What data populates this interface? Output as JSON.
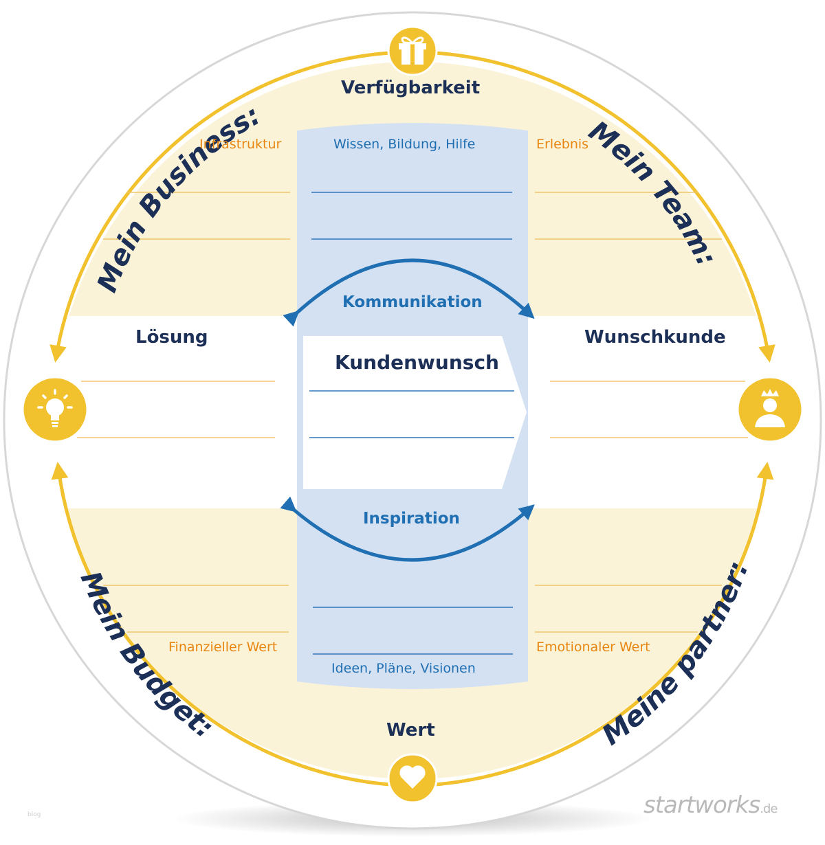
{
  "top": {
    "title": "Verfügbarkeit",
    "icon": "gift-icon"
  },
  "bottom": {
    "title": "Wert",
    "icon": "heart-icon"
  },
  "left": {
    "title": "Lösung",
    "icon": "lightbulb-icon"
  },
  "right": {
    "title": "Wunschkunde",
    "icon": "king-icon"
  },
  "center": {
    "title": "Kundenwunsch"
  },
  "arcs": {
    "top": "Kommunikation",
    "bottom": "Inspiration"
  },
  "fields": {
    "infrastruktur": "Infrastruktur",
    "wissen": "Wissen, Bildung, Hilfe",
    "erlebnis": "Erlebnis",
    "finanziell": "Finanzieller Wert",
    "ideen": "Ideen, Pläne, Visionen",
    "emotional": "Emotionaler Wert"
  },
  "ring_labels": {
    "top_left": "Mein Business:",
    "top_right": "Mein Team:",
    "bottom_left": "Mein Budget:",
    "bottom_right": "Meine partner:"
  },
  "watermark": {
    "brand": "startworks",
    "tld": ".de",
    "small": "blog"
  },
  "colors": {
    "yellow": "#f2c12e",
    "cream": "#faf3d8",
    "band": "#d4e1f2",
    "navy": "#1b2f57",
    "blue": "#1f6fb2",
    "orange": "#e8850f"
  }
}
